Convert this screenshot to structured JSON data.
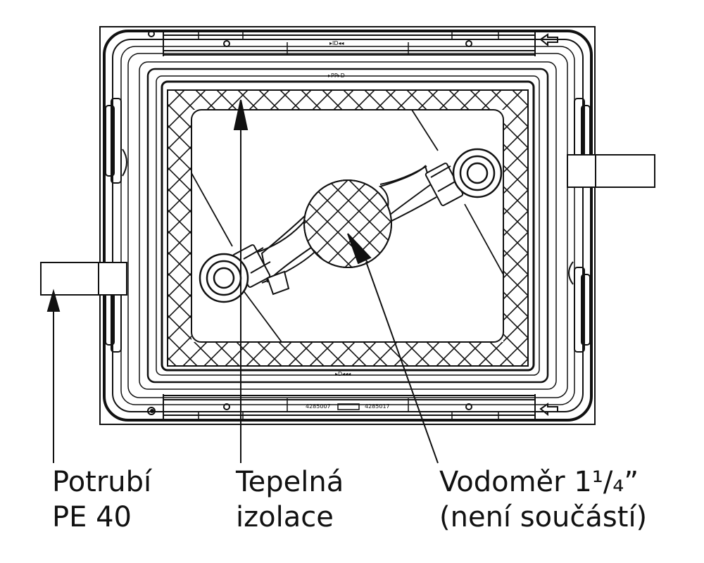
{
  "labels": {
    "pipe": {
      "line1": "Potrubí",
      "line2": "PE 40"
    },
    "insulation": {
      "line1": "Tepelná",
      "line2": "izolace"
    },
    "meter": {
      "line1": "Vodoměr 1¹/₄”",
      "line2": "(není součástí)"
    }
  },
  "markings": {
    "top_code": "▸ID◂◂",
    "inner_top_code": "▸PP▸D",
    "bottom_code_left": "4285007",
    "bottom_code_right": "4285017",
    "bottom_inner_code": "▸D◂◂◂"
  },
  "colors": {
    "ink": "#111111",
    "background": "#ffffff"
  }
}
